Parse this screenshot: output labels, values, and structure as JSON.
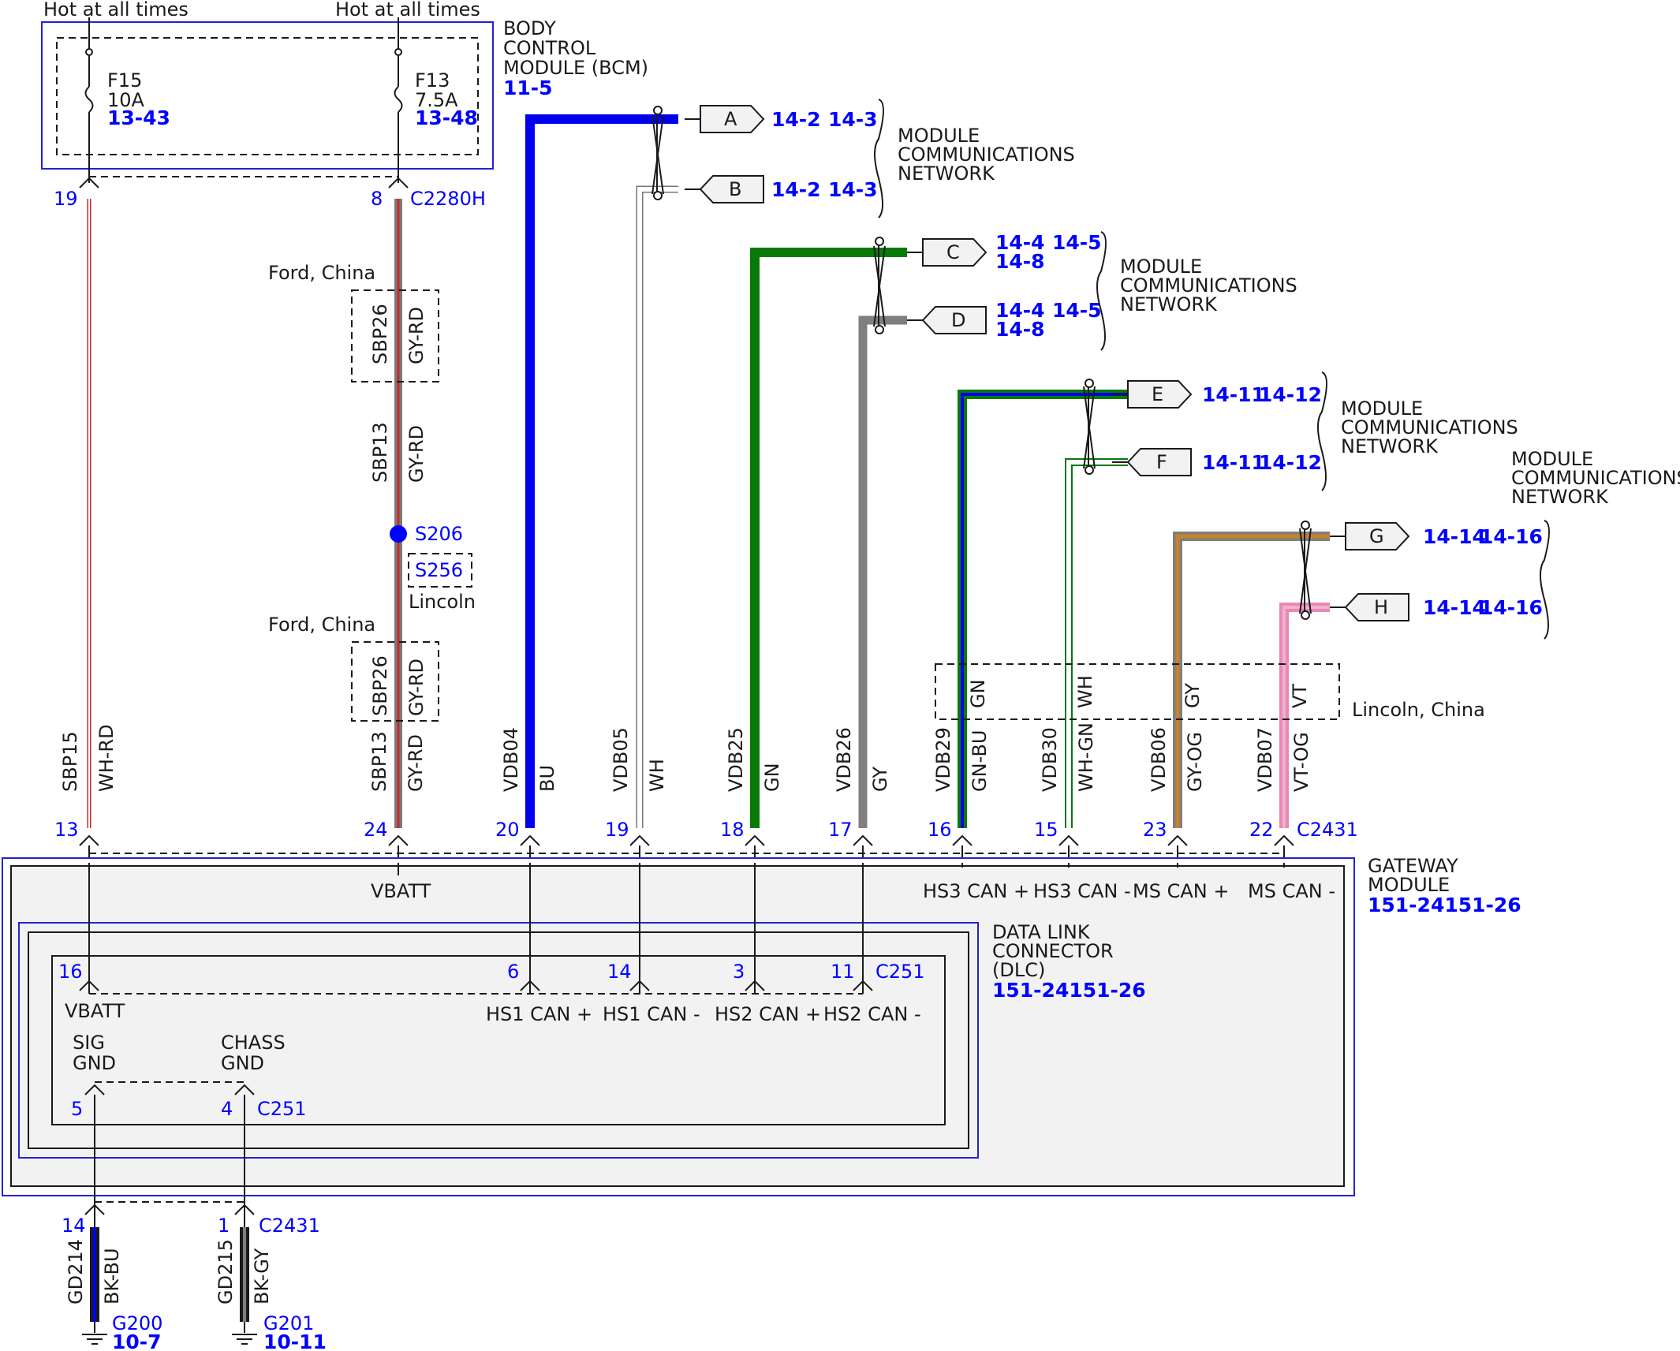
{
  "top": {
    "hot_left": "Hot at all times",
    "hot_right": "Hot at all times"
  },
  "bcm": {
    "title_lines": [
      "BODY",
      "CONTROL",
      "MODULE (BCM)"
    ],
    "ref": "11-5",
    "fuses": [
      {
        "name": "F15",
        "rating": "10A",
        "ref": "13-43"
      },
      {
        "name": "F13",
        "rating": "7.5A",
        "ref": "13-48"
      }
    ]
  },
  "c2280h": {
    "pin_left": "19",
    "pin_right": "8",
    "label": "C2280H"
  },
  "splices": {
    "ford_china_1": "Ford, China",
    "ford_china_2": "Ford, China",
    "sbp26_a": "SBP26",
    "gyrd_a": "GY-RD",
    "sbp13_a": "SBP13",
    "gyrd_b": "GY-RD",
    "s206": "S206",
    "s256": "S256",
    "lincoln": "Lincoln",
    "sbp26_b": "SBP26",
    "gyrd_c": "GY-RD"
  },
  "wires": [
    {
      "circuit": "SBP15",
      "color_code": "WH-RD",
      "pin": "13"
    },
    {
      "circuit": "SBP13",
      "color_code": "GY-RD",
      "pin": "24"
    },
    {
      "circuit": "VDB04",
      "color_code": "BU",
      "pin": "20"
    },
    {
      "circuit": "VDB05",
      "color_code": "WH",
      "pin": "19"
    },
    {
      "circuit": "VDB25",
      "color_code": "GN",
      "pin": "18"
    },
    {
      "circuit": "VDB26",
      "color_code": "GY",
      "pin": "17"
    },
    {
      "circuit": "VDB29",
      "color_code": "GN-BU",
      "pin": "16"
    },
    {
      "circuit": "VDB30",
      "color_code": "WH-GN",
      "pin": "15"
    },
    {
      "circuit": "VDB06",
      "color_code": "GY-OG",
      "pin": "23"
    },
    {
      "circuit": "VDB07",
      "color_code": "VT-OG",
      "pin": "22"
    }
  ],
  "c2431_top": "C2431",
  "lincoln_china": {
    "label": "Lincoln, China",
    "codes": [
      "GN",
      "WH",
      "GY",
      "VT"
    ]
  },
  "networks": [
    {
      "label": "A",
      "refs": [
        "14-2",
        "14-3"
      ]
    },
    {
      "label": "B",
      "refs": [
        "14-2",
        "14-3"
      ]
    },
    {
      "label": "C",
      "refs": [
        "14-4",
        "14-5",
        "14-8"
      ]
    },
    {
      "label": "D",
      "refs": [
        "14-4",
        "14-5",
        "14-8"
      ]
    },
    {
      "label": "E",
      "refs": [
        "14-11",
        "14-12"
      ]
    },
    {
      "label": "F",
      "refs": [
        "14-11",
        "14-12"
      ]
    },
    {
      "label": "G",
      "refs": [
        "14-14",
        "14-16"
      ]
    },
    {
      "label": "H",
      "refs": [
        "14-14",
        "14-16"
      ]
    }
  ],
  "mcn_label_lines": [
    "MODULE",
    "COMMUNICATIONS",
    "NETWORK"
  ],
  "gateway": {
    "title_lines": [
      "GATEWAY",
      "MODULE"
    ],
    "ref": "151-24151-26",
    "vbatt": "VBATT",
    "hs3_pos": "HS3 CAN +",
    "hs3_neg": "HS3 CAN -",
    "ms_pos": "MS CAN +",
    "ms_neg": "MS CAN -"
  },
  "dlc": {
    "title_lines": [
      "DATA LINK",
      "CONNECTOR",
      "(DLC)"
    ],
    "ref": "151-24151-26",
    "pins": {
      "vbatt": "16",
      "hs1p": "6",
      "hs1n": "14",
      "hs2p": "3",
      "hs2n": "11",
      "sig": "5",
      "chass": "4"
    },
    "c251_top": "C251",
    "c251_bottom": "C251",
    "vbatt": "VBATT",
    "hs1_pos": "HS1 CAN +",
    "hs1_neg": "HS1 CAN -",
    "hs2_pos": "HS2 CAN +",
    "hs2_neg": "HS2 CAN -",
    "sig_gnd": [
      "SIG",
      "GND"
    ],
    "chass_gnd": [
      "CHASS",
      "GND"
    ]
  },
  "grounds": [
    {
      "pin": "14",
      "circuit": "GD214",
      "color_code": "BK-BU",
      "ground": "G200",
      "ref": "10-7"
    },
    {
      "pin": "1",
      "circuit": "GD215",
      "color_code": "BK-GY",
      "ground": "G201",
      "ref": "10-11"
    }
  ],
  "c2431_bottom": "C2431"
}
